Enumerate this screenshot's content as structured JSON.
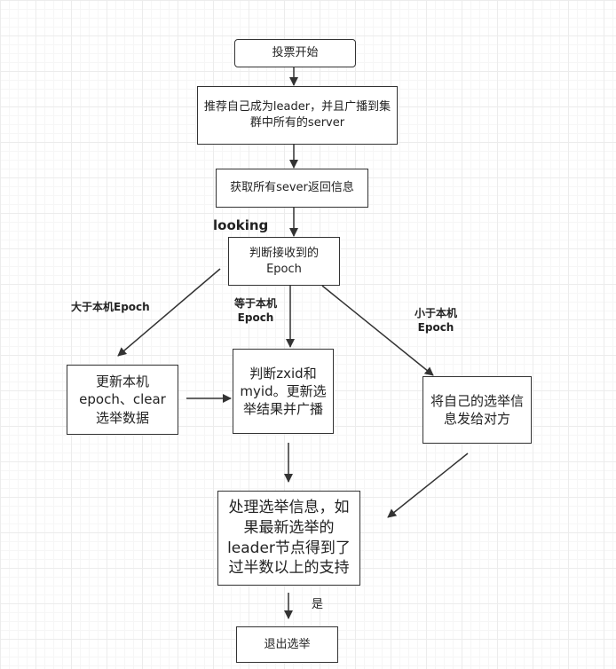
{
  "nodes": {
    "start": "投票开始",
    "recommend": "推荐自己成为leader，并且广播到集群中所有的server",
    "collect": "获取所有sever返回信息",
    "judge_epoch": "判断接收到的Epoch",
    "update_epoch": "更新本机epoch、clear选举数据",
    "judge_zxid": "判断zxid和myid。更新选举结果并广播",
    "send_self": "将自己的选举信息发给对方",
    "process": "处理选举信息，如果最新选举的leader节点得到了过半数以上的支持",
    "exit": "退出选举"
  },
  "labels": {
    "looking": "looking",
    "greater": "大于本机Epoch",
    "equal": "等于本机Epoch",
    "less": "小于本机Epoch",
    "yes": "是"
  }
}
